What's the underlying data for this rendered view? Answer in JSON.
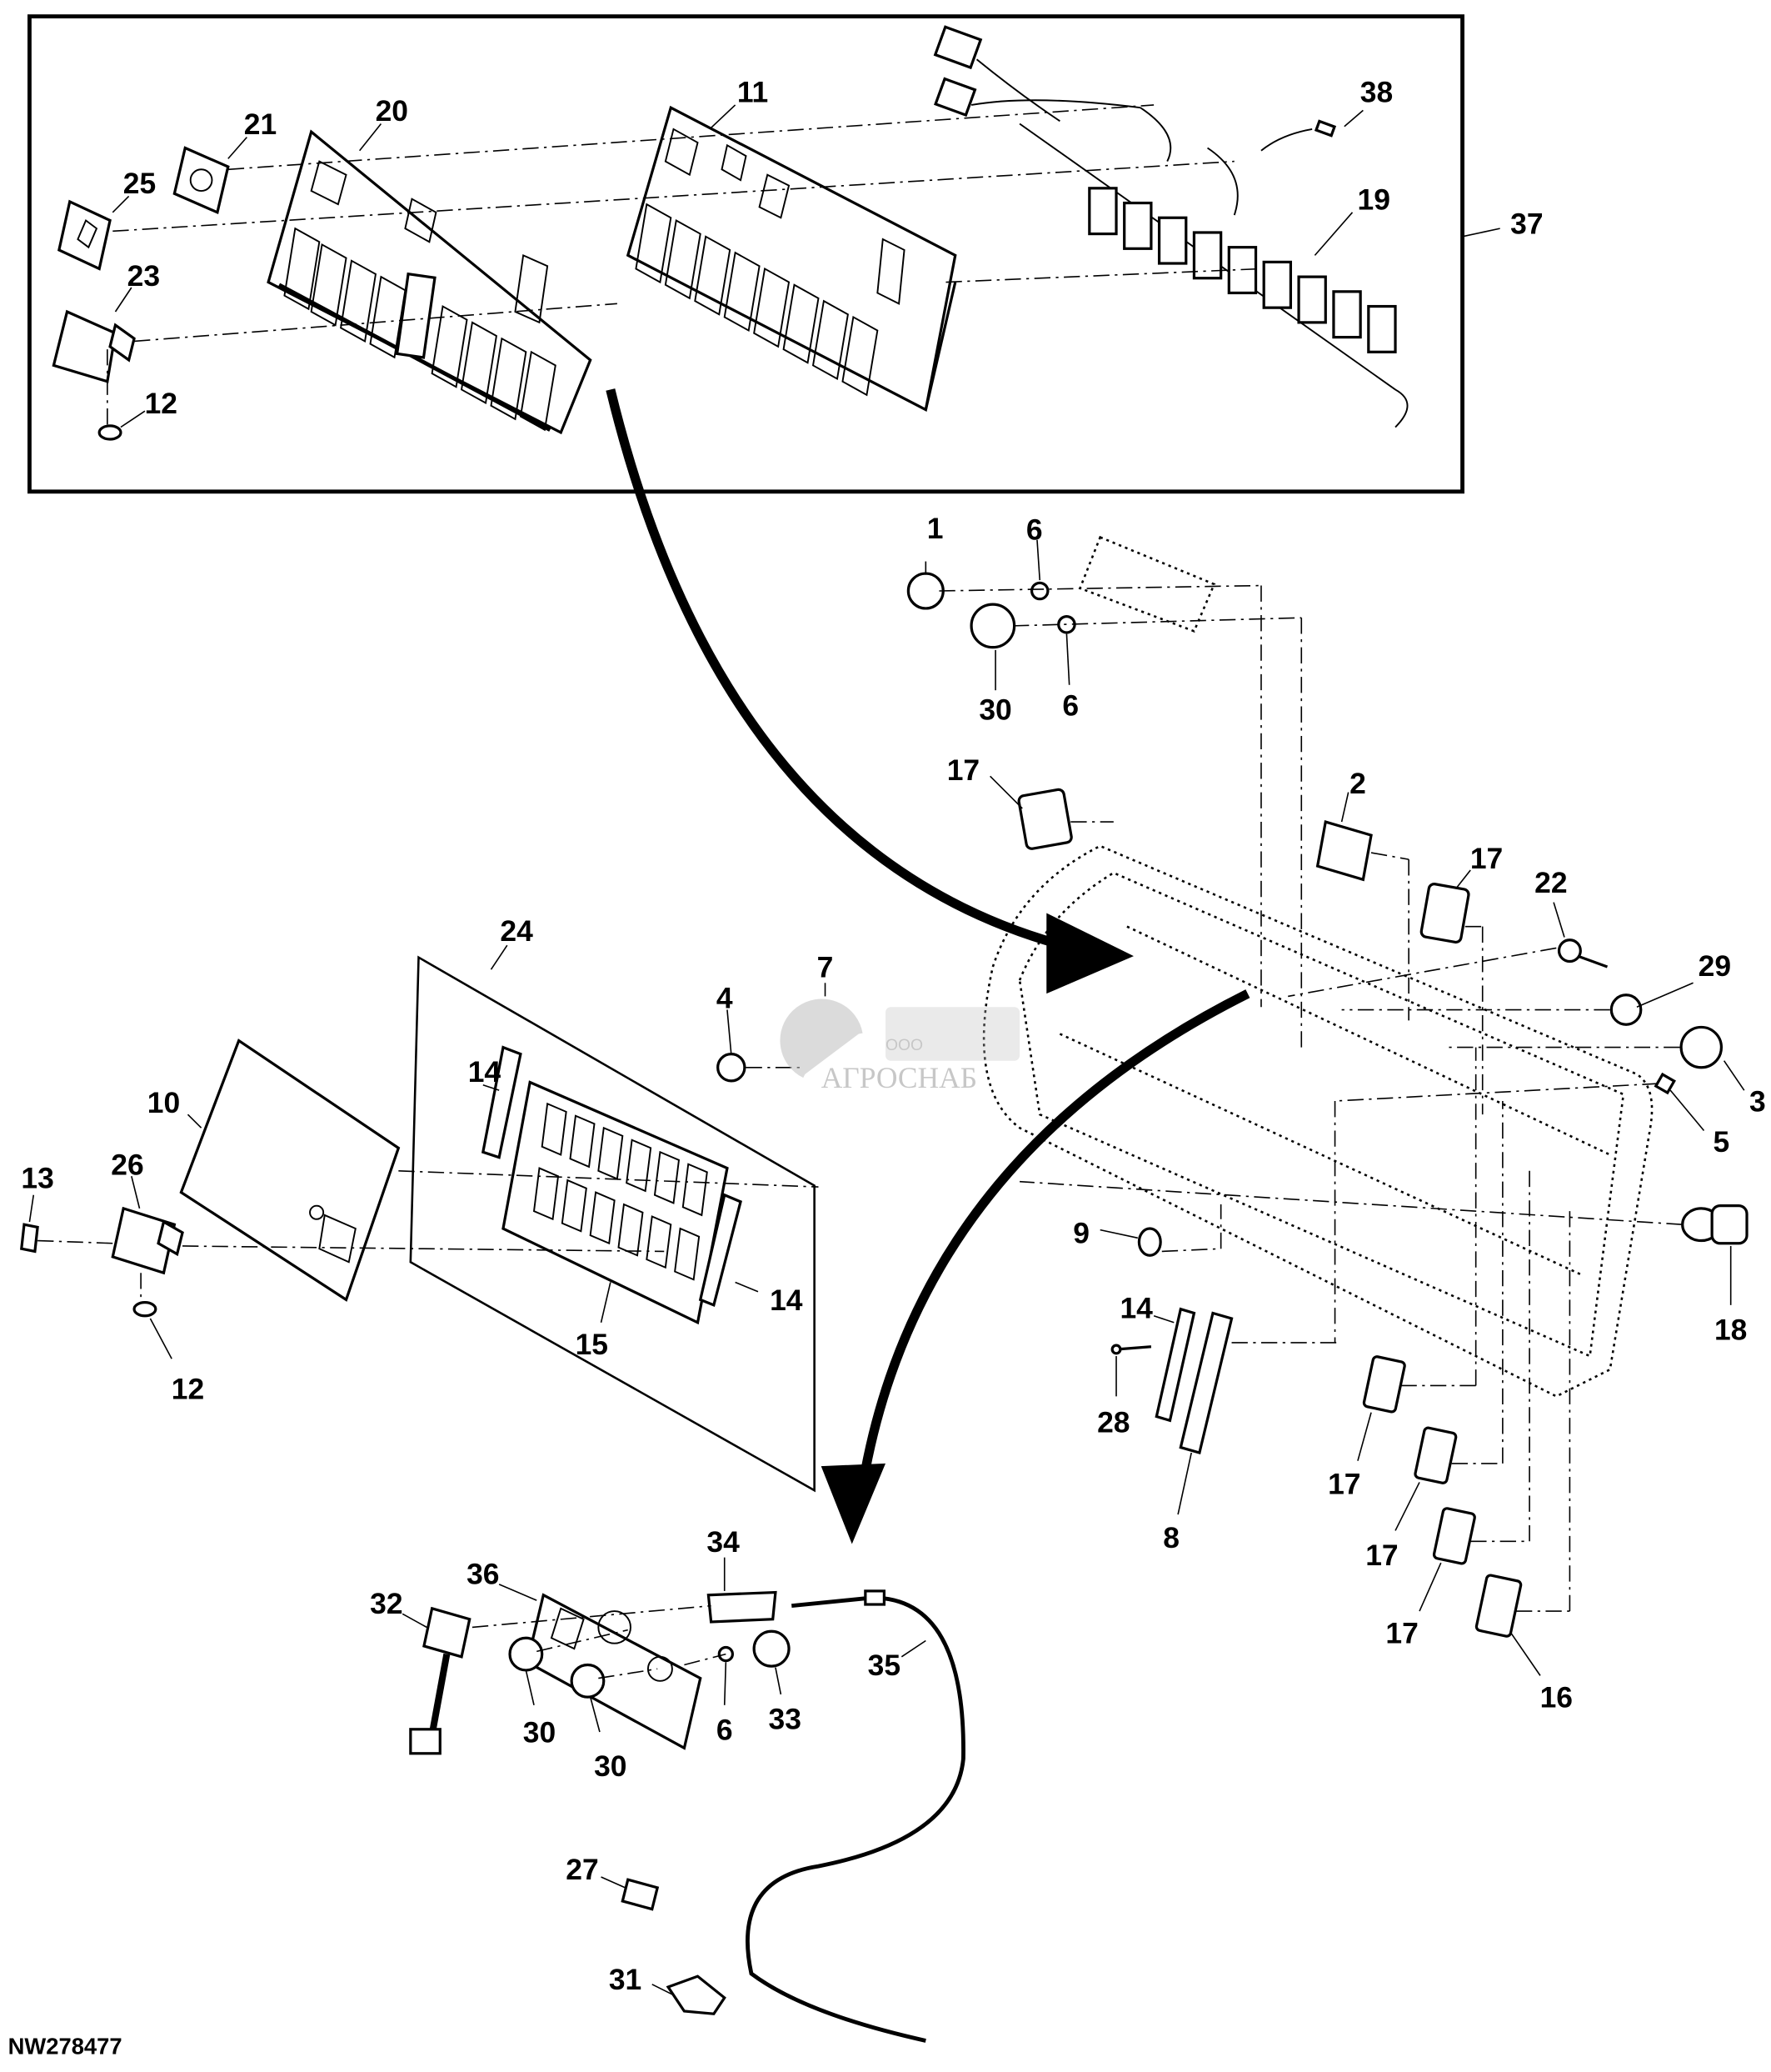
{
  "figure": {
    "id": "NW278477",
    "watermark": {
      "prefix": "ООО",
      "name": "АГРОСНАБ"
    }
  },
  "callouts": [
    {
      "key": "c1",
      "label": "1"
    },
    {
      "key": "c2",
      "label": "2"
    },
    {
      "key": "c3",
      "label": "3"
    },
    {
      "key": "c4",
      "label": "4"
    },
    {
      "key": "c5",
      "label": "5"
    },
    {
      "key": "c6a",
      "label": "6"
    },
    {
      "key": "c6b",
      "label": "6"
    },
    {
      "key": "c6c",
      "label": "6"
    },
    {
      "key": "c7",
      "label": "7"
    },
    {
      "key": "c8",
      "label": "8"
    },
    {
      "key": "c9",
      "label": "9"
    },
    {
      "key": "c10",
      "label": "10"
    },
    {
      "key": "c11",
      "label": "11"
    },
    {
      "key": "c12a",
      "label": "12"
    },
    {
      "key": "c12b",
      "label": "12"
    },
    {
      "key": "c13",
      "label": "13"
    },
    {
      "key": "c14a",
      "label": "14"
    },
    {
      "key": "c14b",
      "label": "14"
    },
    {
      "key": "c14c",
      "label": "14"
    },
    {
      "key": "c15",
      "label": "15"
    },
    {
      "key": "c16",
      "label": "16"
    },
    {
      "key": "c17a",
      "label": "17"
    },
    {
      "key": "c17b",
      "label": "17"
    },
    {
      "key": "c17c",
      "label": "17"
    },
    {
      "key": "c17d",
      "label": "17"
    },
    {
      "key": "c17e",
      "label": "17"
    },
    {
      "key": "c18",
      "label": "18"
    },
    {
      "key": "c19",
      "label": "19"
    },
    {
      "key": "c20",
      "label": "20"
    },
    {
      "key": "c21",
      "label": "21"
    },
    {
      "key": "c22",
      "label": "22"
    },
    {
      "key": "c23",
      "label": "23"
    },
    {
      "key": "c24",
      "label": "24"
    },
    {
      "key": "c25",
      "label": "25"
    },
    {
      "key": "c26",
      "label": "26"
    },
    {
      "key": "c27",
      "label": "27"
    },
    {
      "key": "c28",
      "label": "28"
    },
    {
      "key": "c29",
      "label": "29"
    },
    {
      "key": "c30a",
      "label": "30"
    },
    {
      "key": "c30b",
      "label": "30"
    },
    {
      "key": "c30c",
      "label": "30"
    },
    {
      "key": "c31",
      "label": "31"
    },
    {
      "key": "c32",
      "label": "32"
    },
    {
      "key": "c33",
      "label": "33"
    },
    {
      "key": "c34",
      "label": "34"
    },
    {
      "key": "c35",
      "label": "35"
    },
    {
      "key": "c36",
      "label": "36"
    },
    {
      "key": "c37",
      "label": "37"
    },
    {
      "key": "c38",
      "label": "38"
    }
  ]
}
